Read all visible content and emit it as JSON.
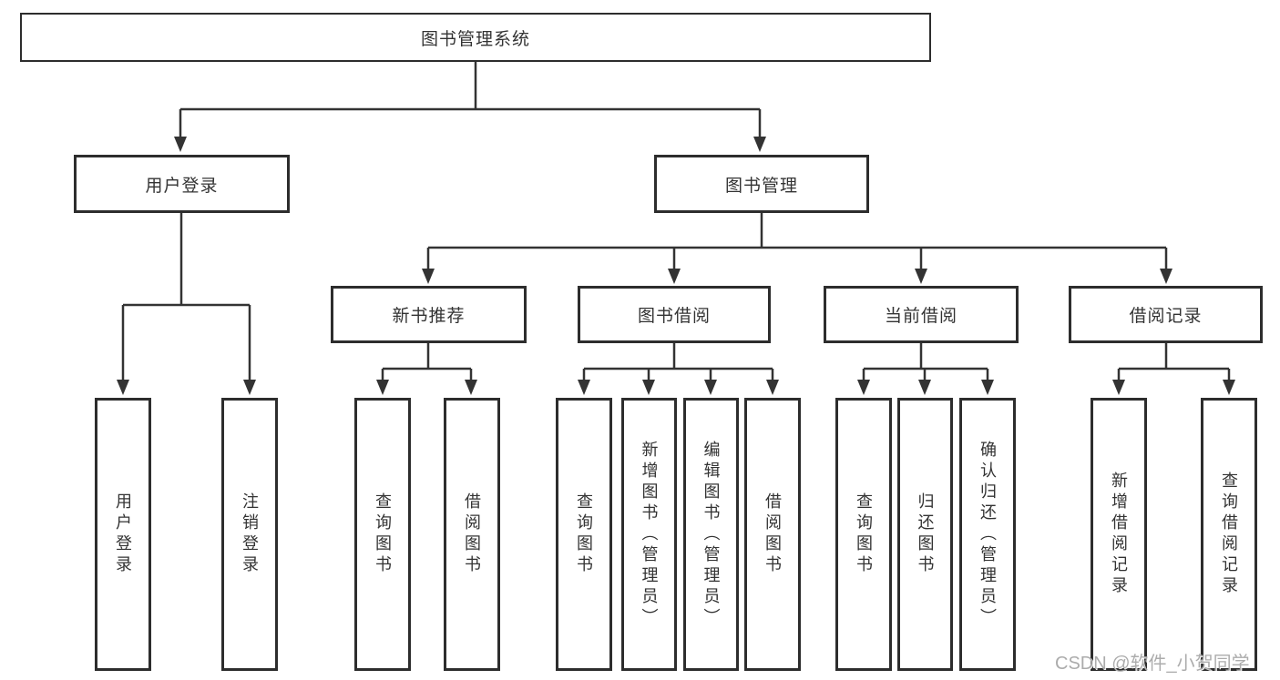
{
  "tree": {
    "label": "图书管理系统",
    "children": [
      {
        "label": "用户登录",
        "children": [
          {
            "label": "用户登录"
          },
          {
            "label": "注销登录"
          }
        ]
      },
      {
        "label": "图书管理",
        "children": [
          {
            "label": "新书推荐",
            "children": [
              {
                "label": "查询图书"
              },
              {
                "label": "借阅图书"
              }
            ]
          },
          {
            "label": "图书借阅",
            "children": [
              {
                "label": "查询图书"
              },
              {
                "label": "新增图书（管理员）"
              },
              {
                "label": "编辑图书（管理员）"
              },
              {
                "label": "借阅图书"
              }
            ]
          },
          {
            "label": "当前借阅",
            "children": [
              {
                "label": "查询图书"
              },
              {
                "label": "归还图书"
              },
              {
                "label": "确认归还（管理员）"
              }
            ]
          },
          {
            "label": "借阅记录",
            "children": [
              {
                "label": "新增借阅记录"
              },
              {
                "label": "查询借阅记录"
              }
            ]
          }
        ]
      }
    ]
  },
  "watermark": {
    "text": "CSDN @软件_小贺同学"
  },
  "colors": {
    "background": "#ffffff",
    "line": "#333333",
    "box_border": "#2d2d2d",
    "text": "#333333",
    "watermark": "#a8a8a8"
  }
}
